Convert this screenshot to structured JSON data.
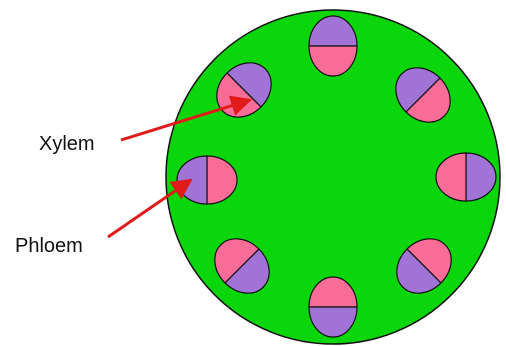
{
  "labels": {
    "xylem": "Xylem",
    "phloem": "Phloem"
  },
  "colors": {
    "ground_tissue": "#0BD50B",
    "xylem": "#A173D6",
    "phloem": "#F86C98",
    "outline": "#111111",
    "arrow": "#E11A1A"
  },
  "vascular_bundles": {
    "count": 8
  }
}
